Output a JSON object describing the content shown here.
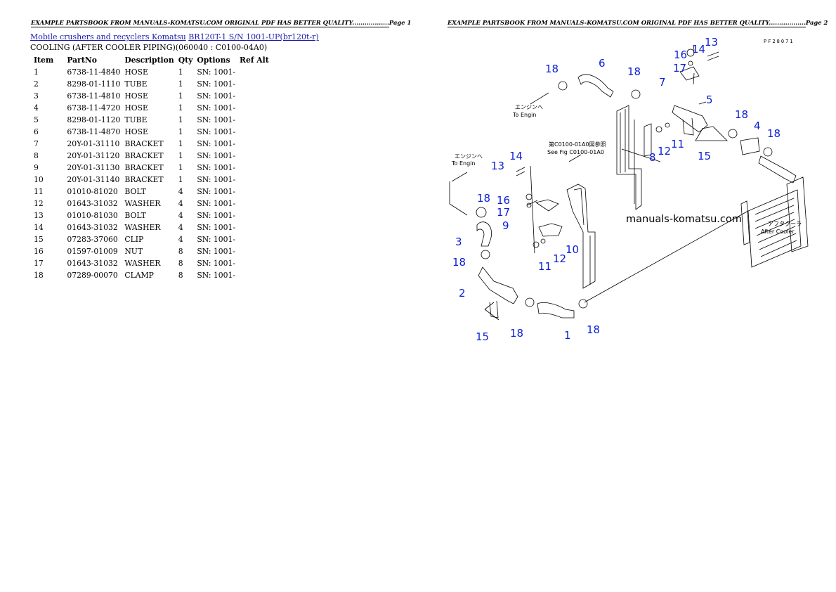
{
  "page1": {
    "header": "EXAMPLE PARTSBOOK FROM MANUALS-KOMATSU.COM ORIGINAL PDF HAS BETTER QUALITY..................Page 1",
    "breadcrumb": {
      "link1": "Mobile crushers and recyclers Komatsu",
      "link2": "BR120T-1 S/N 1001-UP(br120t-r)"
    },
    "subtitle": "COOLING (AFTER COOLER PIPING)(060040 : C0100-04A0)",
    "columns": [
      "Item",
      "PartNo",
      "Description",
      "Qty",
      "Options",
      "Ref Alt"
    ],
    "rows": [
      [
        "1",
        "6738-11-4840",
        "HOSE",
        "1",
        "SN: 1001-",
        ""
      ],
      [
        "2",
        "8298-01-1110",
        "TUBE",
        "1",
        "SN: 1001-",
        ""
      ],
      [
        "3",
        "6738-11-4810",
        "HOSE",
        "1",
        "SN: 1001-",
        ""
      ],
      [
        "4",
        "6738-11-4720",
        "HOSE",
        "1",
        "SN: 1001-",
        ""
      ],
      [
        "5",
        "8298-01-1120",
        "TUBE",
        "1",
        "SN: 1001-",
        ""
      ],
      [
        "6",
        "6738-11-4870",
        "HOSE",
        "1",
        "SN: 1001-",
        ""
      ],
      [
        "7",
        "20Y-01-31110",
        "BRACKET",
        "1",
        "SN: 1001-",
        ""
      ],
      [
        "8",
        "20Y-01-31120",
        "BRACKET",
        "1",
        "SN: 1001-",
        ""
      ],
      [
        "9",
        "20Y-01-31130",
        "BRACKET",
        "1",
        "SN: 1001-",
        ""
      ],
      [
        "10",
        "20Y-01-31140",
        "BRACKET",
        "1",
        "SN: 1001-",
        ""
      ],
      [
        "11",
        "01010-81020",
        "BOLT",
        "4",
        "SN: 1001-",
        ""
      ],
      [
        "12",
        "01643-31032",
        "WASHER",
        "4",
        "SN: 1001-",
        ""
      ],
      [
        "13",
        "01010-81030",
        "BOLT",
        "4",
        "SN: 1001-",
        ""
      ],
      [
        "14",
        "01643-31032",
        "WASHER",
        "4",
        "SN: 1001-",
        ""
      ],
      [
        "15",
        "07283-37060",
        "CLIP",
        "4",
        "SN: 1001-",
        ""
      ],
      [
        "16",
        "01597-01009",
        "NUT",
        "8",
        "SN: 1001-",
        ""
      ],
      [
        "17",
        "01643-31032",
        "WASHER",
        "8",
        "SN: 1001-",
        ""
      ],
      [
        "18",
        "07289-00070",
        "CLAMP",
        "8",
        "SN: 1001-",
        ""
      ]
    ]
  },
  "page2": {
    "header": "EXAMPLE PARTSBOOK FROM MANUALS-KOMATSU.COM ORIGINAL PDF HAS BETTER QUALITY..................Page 2",
    "diagram_code": "PF28071",
    "watermark": "manuals-komatsu.com",
    "diagram_texts": {
      "to_engine_jp": "エンジンへ",
      "to_engine_en": "To Engin",
      "see_fig_jp": "第C0100-01A0図参照",
      "see_fig_en": "See Fig C0100-01A0",
      "after_cooler_jp": "アフタクーラ",
      "after_cooler_en": "After Cooler"
    },
    "callouts": {
      "n1": "1",
      "n2": "2",
      "n3": "3",
      "n4": "4",
      "n5": "5",
      "n6": "6",
      "n7": "7",
      "n8": "8",
      "n9": "9",
      "n10": "10",
      "n11": "11",
      "n12": "12",
      "n13": "13",
      "n14": "14",
      "n15": "15",
      "n16": "16",
      "n17": "17",
      "n18": "18"
    },
    "callout_color": "#0a1ed6"
  }
}
